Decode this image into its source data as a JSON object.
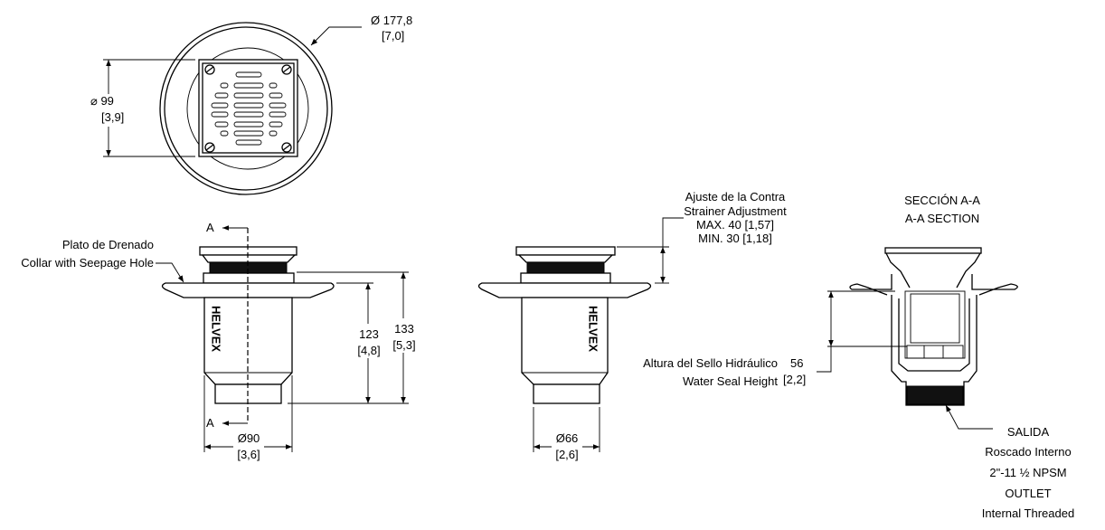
{
  "top_view": {
    "diameter_mm": "Ø 177,8",
    "diameter_in": "[7,0]",
    "square_mm": "⌀  99",
    "square_in": "[3,9]"
  },
  "front_view": {
    "collar_label_es": "Plato de Drenado",
    "collar_label_en": "Collar with Seepage Hole",
    "section_mark_top": "A",
    "section_mark_bottom": "A",
    "height_flange_mm": "123",
    "height_flange_in": "[4,8]",
    "height_total_mm": "133",
    "height_total_in": "[5,3]",
    "body_diameter_mm": "Ø90",
    "body_diameter_in": "[3,6]",
    "brand_vertical": "HELVEX"
  },
  "side_view": {
    "adjust_es": "Ajuste de la Contra",
    "adjust_en": "Strainer Adjustment",
    "adjust_max": "MAX. 40 [1,57]",
    "adjust_min": "MIN. 30 [1,18]",
    "outlet_diameter_mm": "Ø66",
    "outlet_diameter_in": "[2,6]"
  },
  "section_view": {
    "title_es": "SECCIÓN A-A",
    "title_en": "A-A SECTION",
    "seal_es": "Altura del Sello Hidráulico",
    "seal_mm": "56",
    "seal_en": "Water Seal Height",
    "seal_in": "[2,2]",
    "outlet_lines": [
      "SALIDA",
      "Roscado Interno",
      "2\"-11 ½ NPSM",
      "OUTLET",
      "Internal Threaded"
    ]
  }
}
